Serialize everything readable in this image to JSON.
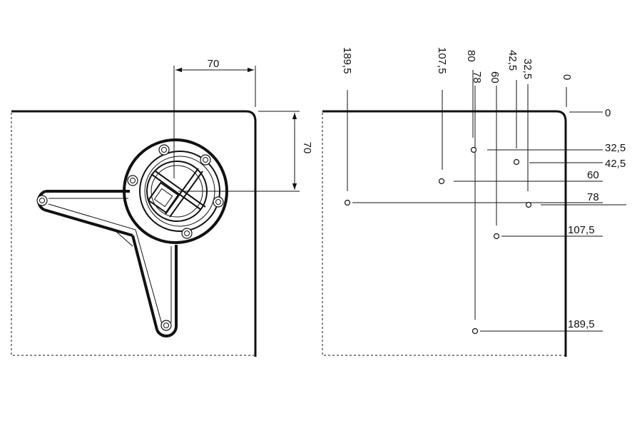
{
  "left_view": {
    "dim_horizontal": "70",
    "dim_vertical": "70"
  },
  "right_view": {
    "top_labels": [
      "189,5",
      "107,5",
      "80",
      "78",
      "60",
      "42,5",
      "32,5",
      "0"
    ],
    "right_labels": [
      "0",
      "32,5",
      "42,5",
      "60",
      "78",
      "107,5",
      "189,5"
    ]
  }
}
